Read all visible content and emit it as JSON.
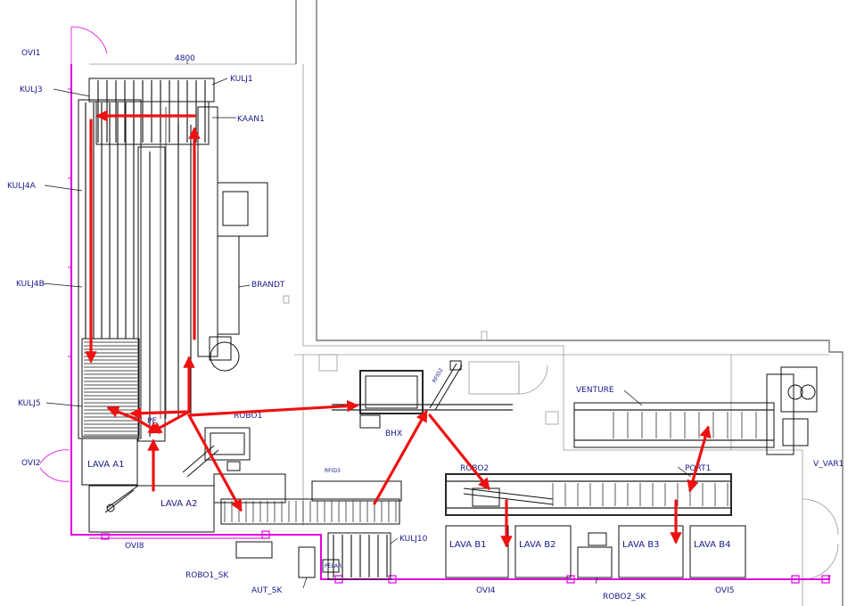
{
  "labels": {
    "ovi1": "OVI1",
    "ovi2": "OVI2",
    "ovi4": "OVI4",
    "ovi5": "OVI5",
    "ovi8": "OVI8",
    "dimension": "4800",
    "kulj1": "KULJ1",
    "kulj3": "KULJ3",
    "kaan1": "KAAN1",
    "kulj4a": "KULJ4A",
    "kulj4b": "KULJ4B",
    "kulj5": "KULJ5",
    "kulj10": "KULJ10",
    "brandt": "BRANDT",
    "venture": "VENTURE",
    "port1": "PORT1",
    "v_var1": "V_VAR1",
    "bhx": "BHX",
    "robo1": "ROBO1",
    "robo2": "ROBO2",
    "robo1_sk": "ROBO1_SK",
    "robo2_sk": "ROBO2_SK",
    "aut_sk": "AUT_SK",
    "pe": "PE",
    "rfid": "RFID3",
    "rfid_small": "RFID2",
    "pelar": "PELAR",
    "lava_a1": "LAVA A1",
    "lava_a2": "LAVA A2",
    "lava_b1": "LAVA B1",
    "lava_b2": "LAVA B2",
    "lava_b3": "LAVA B3",
    "lava_b4": "LAVA B4"
  },
  "colors": {
    "flow_arrow": "#e11",
    "safety_fence": "#e000e0",
    "label_text": "#1a1a8c",
    "machine_line": "#111",
    "wall": "#777"
  }
}
